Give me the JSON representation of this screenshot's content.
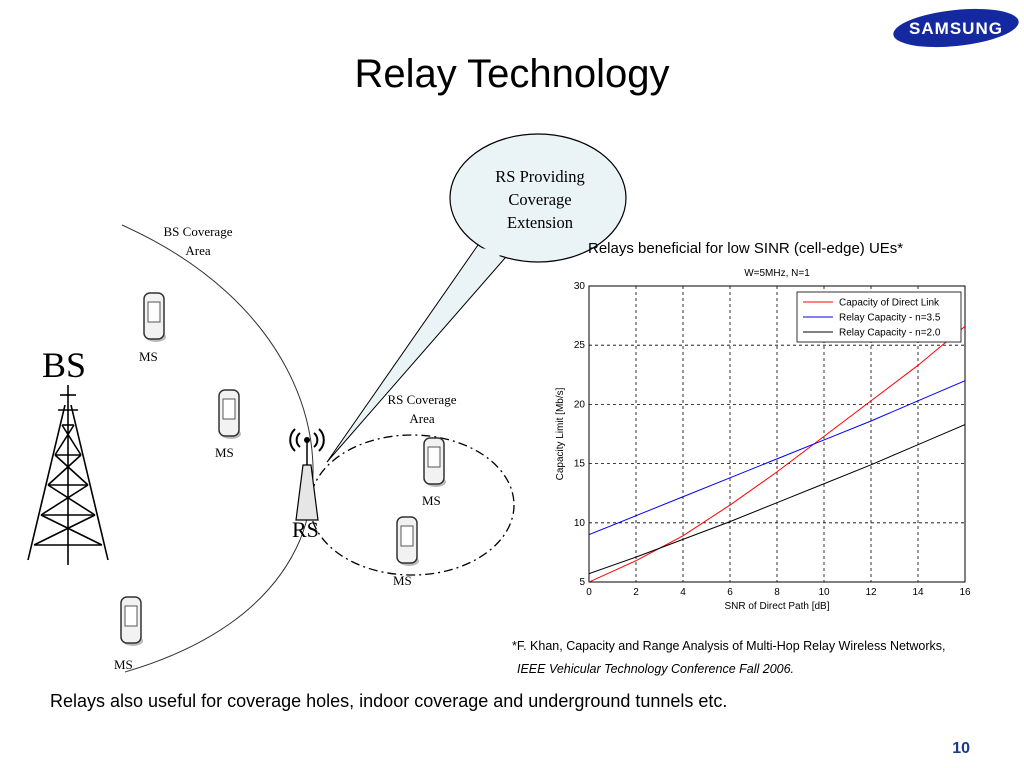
{
  "brand": {
    "logo_text": "SAMSUNG",
    "color": "#1428A0"
  },
  "slide": {
    "title": "Relay Technology",
    "page_number": "10",
    "footer_note": "Relays also useful for coverage holes, indoor coverage and underground tunnels etc."
  },
  "diagram": {
    "bs_label": "BS",
    "rs_label": "RS",
    "bs_coverage_label": [
      "BS Coverage",
      "Area"
    ],
    "rs_coverage_label": [
      "RS Coverage",
      "Area"
    ],
    "bubble_text": [
      "RS Providing",
      "Coverage",
      "Extension"
    ],
    "ms_label": "MS"
  },
  "chart_heading": "Relays beneficial for low SINR (cell-edge) UEs*",
  "reference": {
    "line1": "*F. Khan, Capacity and Range Analysis of Multi-Hop Relay Wireless Networks,",
    "line2": "IEEE Vehicular Technology Conference Fall 2006."
  },
  "chart_data": {
    "type": "line",
    "title": "W=5MHz, N=1",
    "xlabel": "SNR of Direct Path [dB]",
    "ylabel": "Capacity Limit [Mb/s]",
    "xlim": [
      0,
      16
    ],
    "ylim": [
      5,
      30
    ],
    "xticks": [
      0,
      2,
      4,
      6,
      8,
      10,
      12,
      14,
      16
    ],
    "yticks": [
      5,
      10,
      15,
      20,
      25,
      30
    ],
    "grid": true,
    "legend_position": "top-right",
    "series": [
      {
        "name": "Capacity of Direct Link",
        "color": "#ff0000",
        "x": [
          0,
          2,
          4,
          6,
          8,
          10,
          12,
          14,
          16
        ],
        "y": [
          5.0,
          6.8,
          8.9,
          11.5,
          14.3,
          17.3,
          20.3,
          23.3,
          26.6
        ]
      },
      {
        "name": "Relay Capacity - n=3.5",
        "color": "#0000ff",
        "x": [
          0,
          2,
          4,
          6,
          8,
          10,
          12,
          14,
          16
        ],
        "y": [
          9.0,
          10.6,
          12.2,
          13.8,
          15.4,
          17.0,
          18.6,
          20.3,
          22.0
        ]
      },
      {
        "name": "Relay Capacity - n=2.0",
        "color": "#000000",
        "x": [
          0,
          2,
          4,
          6,
          8,
          10,
          12,
          14,
          16
        ],
        "y": [
          5.7,
          7.1,
          8.6,
          10.1,
          11.7,
          13.3,
          14.9,
          16.6,
          18.3
        ]
      }
    ]
  }
}
